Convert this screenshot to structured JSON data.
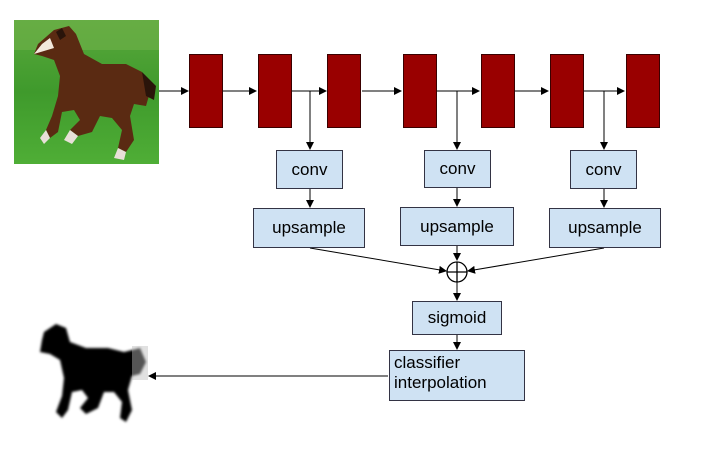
{
  "labels": {
    "conv": "conv",
    "upsample": "upsample",
    "sigmoid": "sigmoid",
    "classifier_line1": "classifier",
    "classifier_line2": "interpolation"
  },
  "colors": {
    "block_fill": "#990000",
    "box_fill": "#cfe2f3",
    "arrow": "#000000"
  },
  "images": {
    "input": "horse-photo",
    "output": "horse-segmentation-mask"
  }
}
